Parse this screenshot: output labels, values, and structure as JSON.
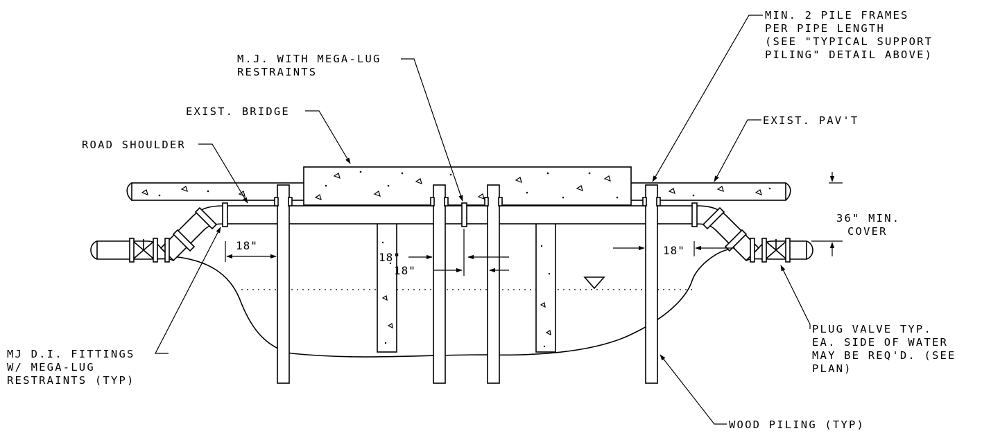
{
  "labels": {
    "pile_frames": [
      "MIN. 2 PILE FRAMES",
      "PER PIPE LENGTH",
      "(SEE \"TYPICAL SUPPORT",
      "PILING\" DETAIL ABOVE)"
    ],
    "mj_restraints": [
      "M.J. WITH MEGA-LUG",
      "RESTRAINTS"
    ],
    "exist_bridge": "EXIST. BRIDGE",
    "exist_pavt": "EXIST. PAV'T",
    "road_shoulder": "ROAD SHOULDER",
    "cover": [
      "36\" MIN.",
      "COVER"
    ],
    "fittings": [
      "MJ D.I. FITTINGS",
      "W/ MEGA-LUG",
      "RESTRAINTS (TYP)"
    ],
    "plug_valve": [
      "PLUG VALVE TYP.",
      "EA. SIDE OF WATER",
      "MAY BE REQ'D. (SEE",
      "PLAN)"
    ],
    "wood_piling": "WOOD PILING (TYP)"
  },
  "dimensions": {
    "left": "18\"",
    "center_upper": "18\"",
    "center_lower": "18\"",
    "right": "18\""
  }
}
